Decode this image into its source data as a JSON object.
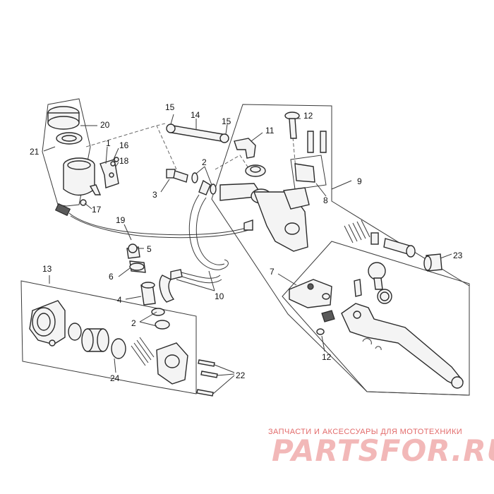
{
  "callouts": {
    "n1": "1",
    "n2a": "2",
    "n2b": "2",
    "n3": "3",
    "n4": "4",
    "n5": "5",
    "n6": "6",
    "n7": "7",
    "n8": "8",
    "n9": "9",
    "n10": "10",
    "n11": "11",
    "n12a": "12",
    "n12b": "12",
    "n13": "13",
    "n14": "14",
    "n15a": "15",
    "n15b": "15",
    "n16": "16",
    "n17": "17",
    "n18": "18",
    "n19": "19",
    "n20": "20",
    "n21": "21",
    "n22": "22",
    "n23": "23",
    "n24": "24"
  },
  "watermark": {
    "tagline": "ЗАПЧАСТИ И АКСЕССУАРЫ ДЛЯ МОТОТЕХНИКИ",
    "logo": "PARTSFOR.RU"
  }
}
